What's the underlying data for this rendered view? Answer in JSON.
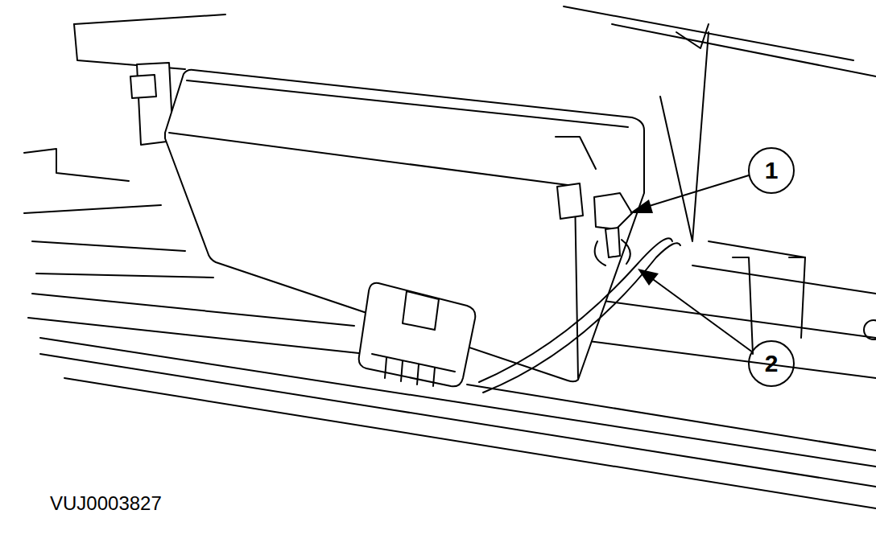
{
  "diagram": {
    "labels": [
      "1",
      "2",
      "VUJ0003827"
    ]
  }
}
